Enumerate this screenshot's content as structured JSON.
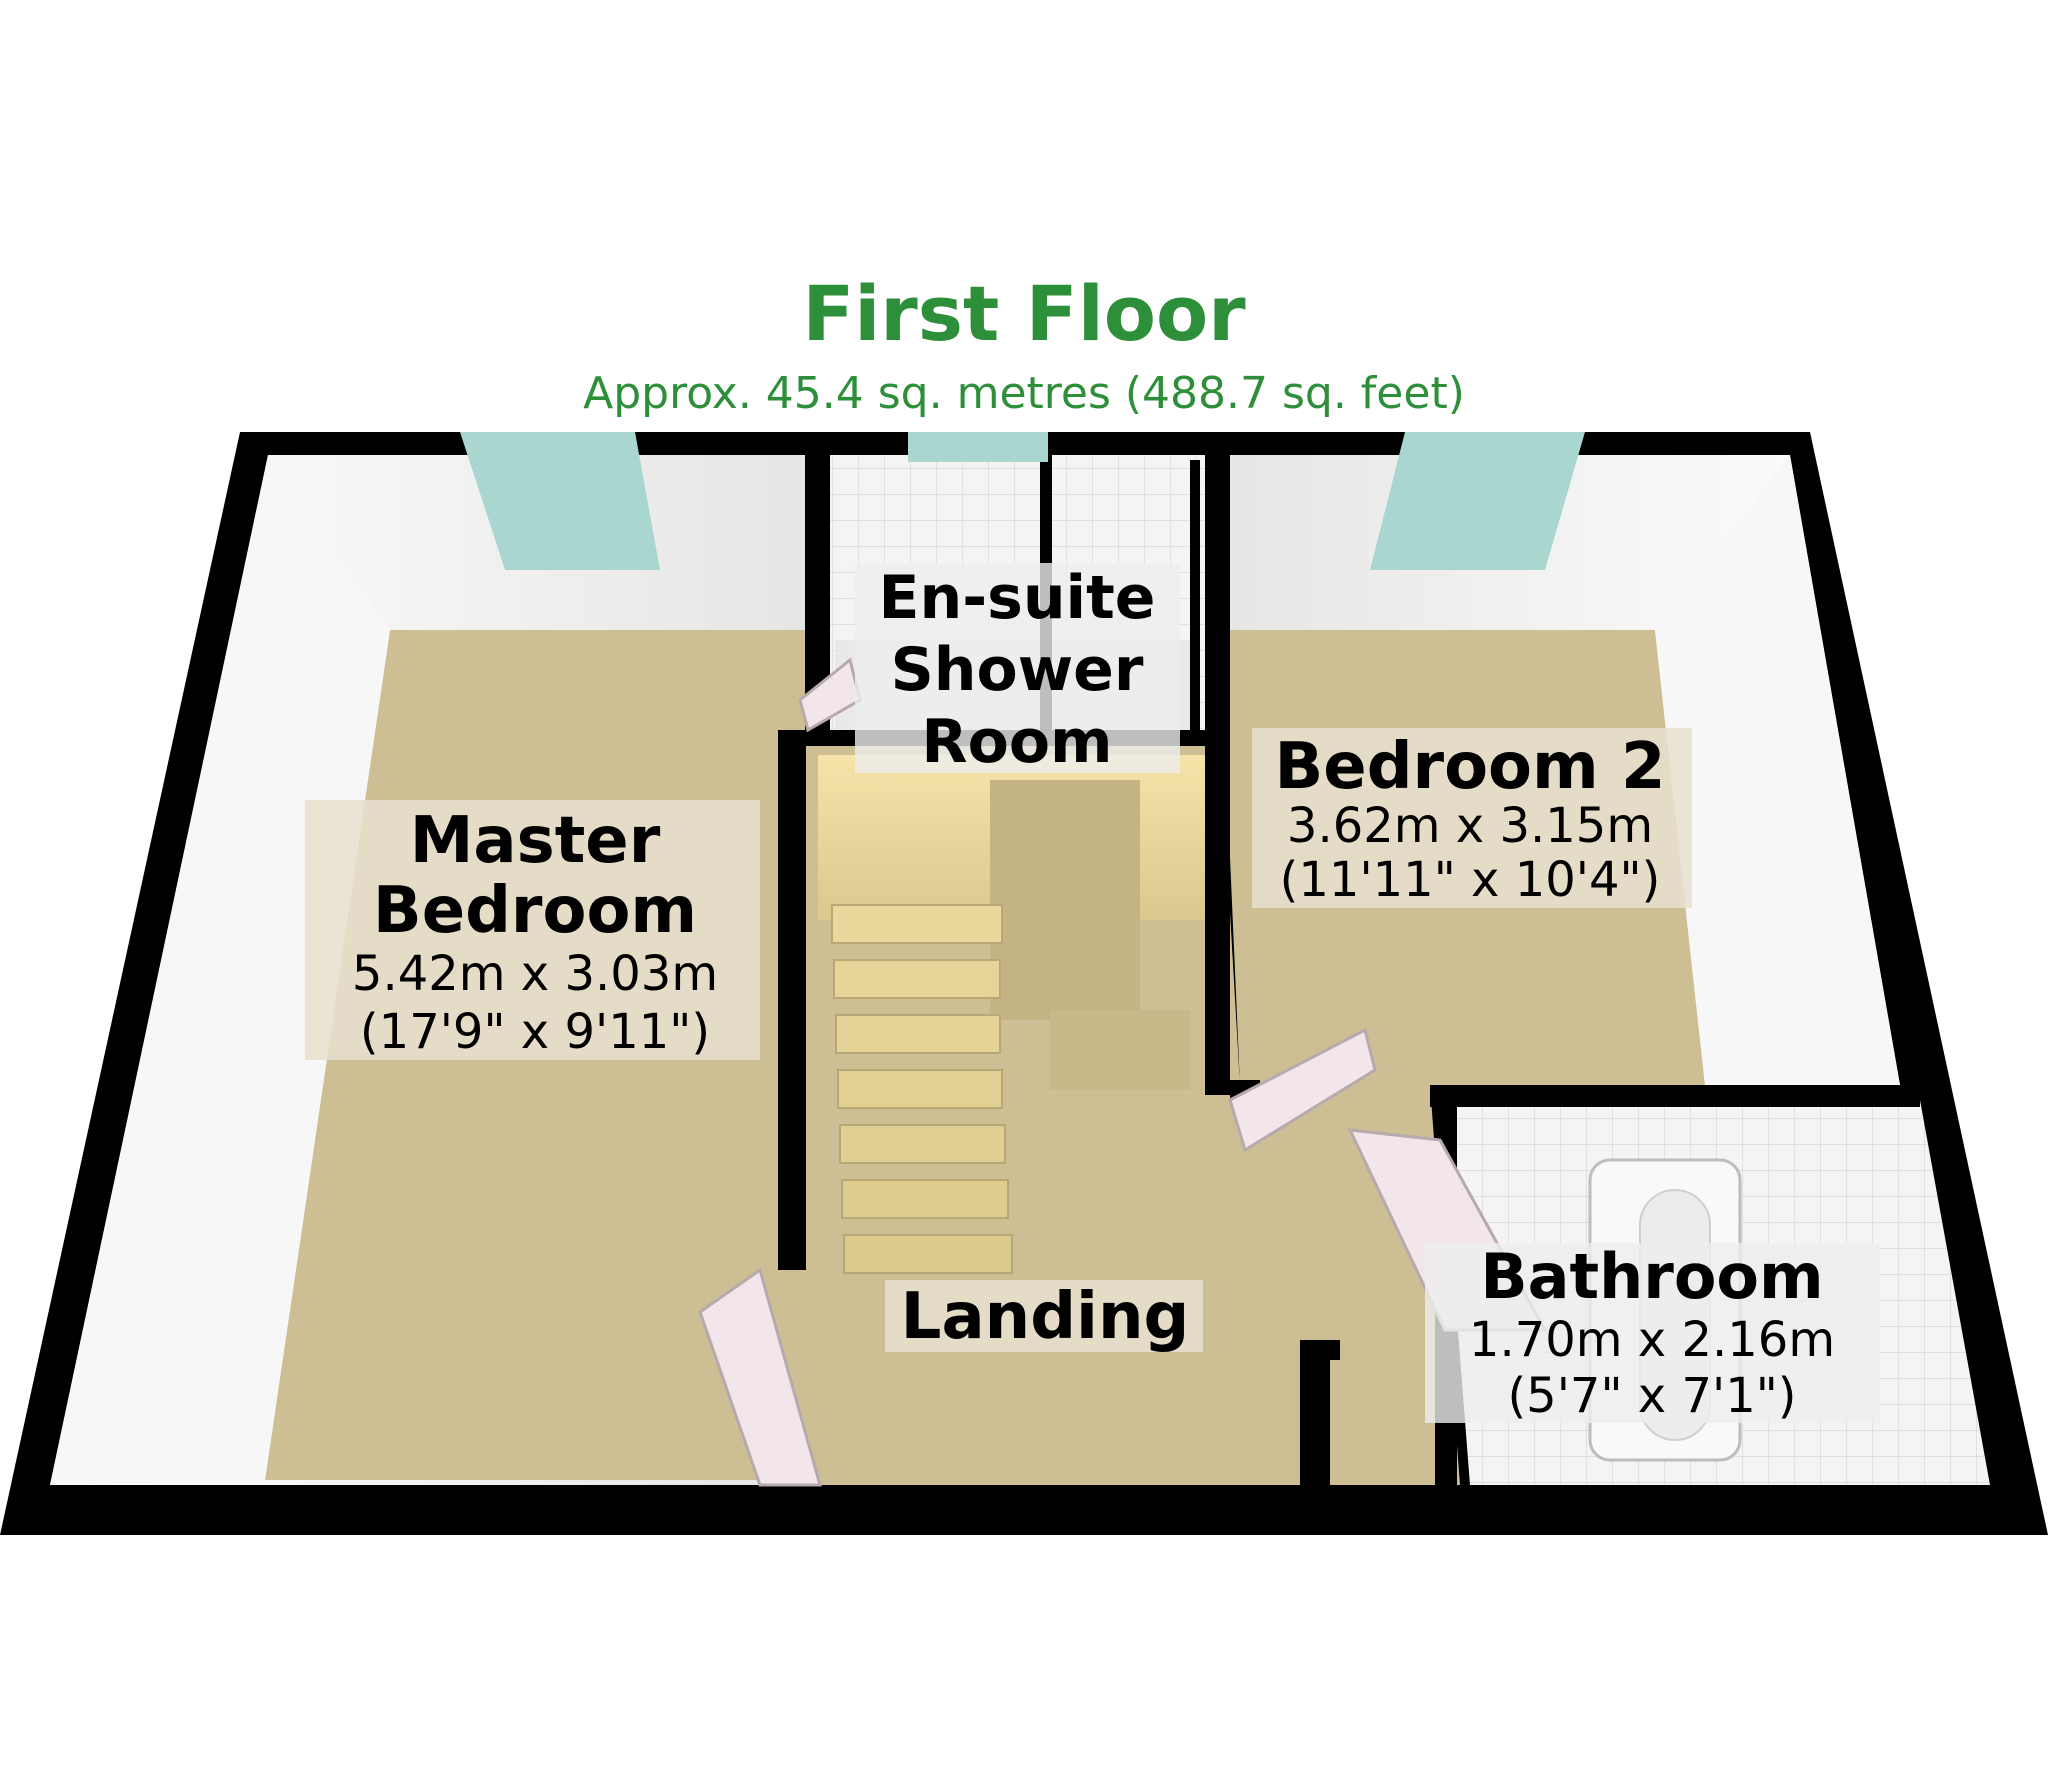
{
  "header": {
    "title": "First Floor",
    "subtitle": "Approx. 45.4 sq. metres (488.7 sq. feet)"
  },
  "rooms": {
    "master_bedroom": {
      "name_line1": "Master",
      "name_line2": "Bedroom",
      "metric": "5.42m x 3.03m",
      "imperial": "(17'9\" x 9'11\")"
    },
    "ensuite": {
      "name_line1": "En-suite",
      "name_line2": "Shower",
      "name_line3": "Room"
    },
    "bedroom2": {
      "name": "Bedroom 2",
      "metric": "3.62m x 3.15m",
      "imperial": "(11'11\" x 10'4\")"
    },
    "landing": {
      "name": "Landing"
    },
    "bathroom": {
      "name": "Bathroom",
      "metric": "1.70m x 2.16m",
      "imperial": "(5'7\" x 7'1\")"
    }
  },
  "colors": {
    "title_green": "#2e8f3a",
    "wall": "#000000",
    "carpet": "#cdbf93",
    "wall_face": "#ffffff",
    "window_glass": "#a9d6cf",
    "tile": "#f2f2f2"
  }
}
